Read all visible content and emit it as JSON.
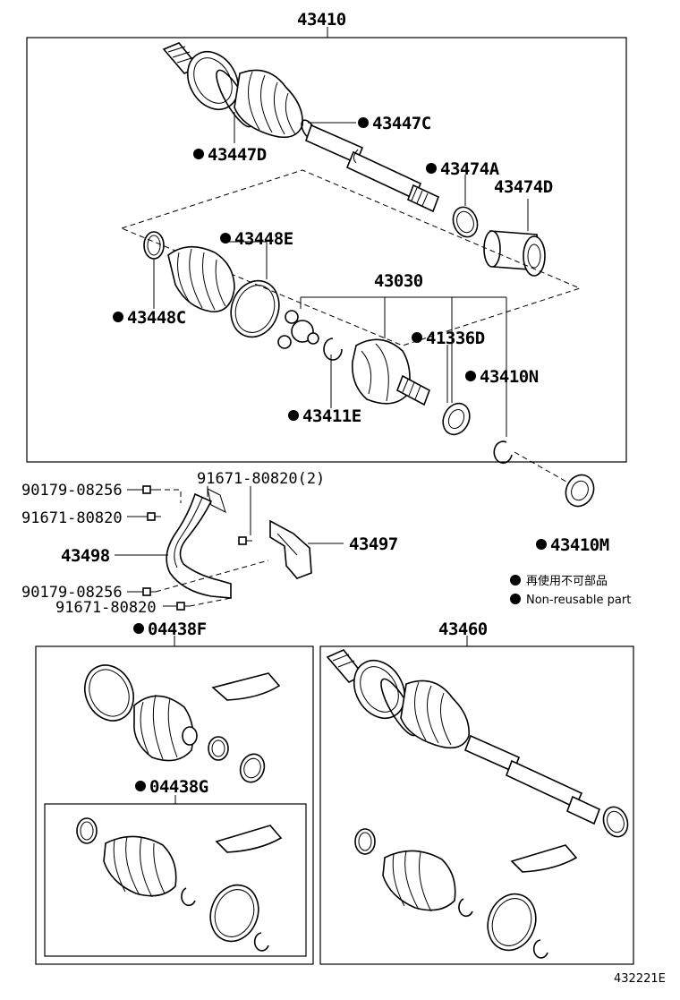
{
  "labels": {
    "p43410": "43410",
    "p43447C": "43447C",
    "p43447D": "43447D",
    "p43474A": "43474A",
    "p43474D": "43474D",
    "p43448E": "43448E",
    "p43448C": "43448C",
    "p43030": "43030",
    "p41336D": "41336D",
    "p43410N": "43410N",
    "p43411E": "43411E",
    "p43410M": "43410M",
    "p90179a": "90179-08256",
    "p91671a": "91671-80820",
    "p91671b": "91671-80820(2)",
    "p43498": "43498",
    "p43497": "43497",
    "p90179b": "90179-08256",
    "p91671c": "91671-80820",
    "p04438F": "04438F",
    "p04438G": "04438G",
    "p43460": "43460"
  },
  "legend": {
    "line1": "再使用不可部品",
    "line2": "Non-reusable part"
  },
  "figure_code": "432221E"
}
